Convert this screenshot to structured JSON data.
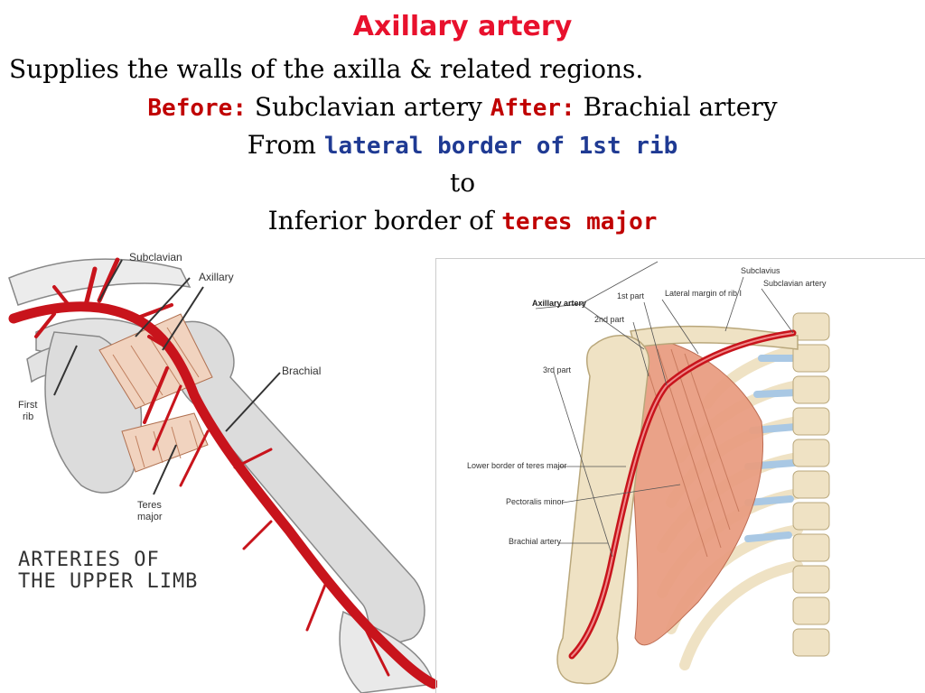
{
  "title": "Axillary artery",
  "line1": "Supplies the walls of the axilla & related regions.",
  "line2": {
    "before_label": "Before:",
    "before_text": " Subclavian artery ",
    "after_label": "After:",
    "after_text": " Brachial artery"
  },
  "line3": {
    "prefix": "From ",
    "emphasis": "lateral border of 1st rib"
  },
  "line4": "to",
  "line5": {
    "prefix": "Inferior border of ",
    "emphasis": "teres major"
  },
  "left_figure": {
    "labels": {
      "subclavian": "Subclavian",
      "axillary": "Axillary",
      "brachial": "Brachial",
      "first_rib_1": "First",
      "first_rib_2": "rib",
      "teres_1": "Teres",
      "teres_2": "major"
    },
    "caption_1": "ARTERIES OF",
    "caption_2": "THE UPPER LIMB"
  },
  "right_figure": {
    "labels": {
      "subclavius": "Subclavius",
      "subclavian_artery": "Subclavian artery",
      "axillary_artery": "Axillary artery",
      "first_part": "1st part",
      "lateral_margin": "Lateral margin of rib I",
      "second_part": "2nd part",
      "third_part": "3rd part",
      "lower_border": "Lower border of teres major",
      "pectoralis_minor": "Pectoralis minor",
      "brachial_artery": "Brachial artery"
    }
  },
  "colors": {
    "title": "#e8112d",
    "red_emphasis": "#c00000",
    "blue_emphasis": "#1f3a93",
    "artery": "#c8141c",
    "muscle": "#e99e82",
    "bone": "#efe2c4",
    "cartilage": "#a9c8e4"
  }
}
